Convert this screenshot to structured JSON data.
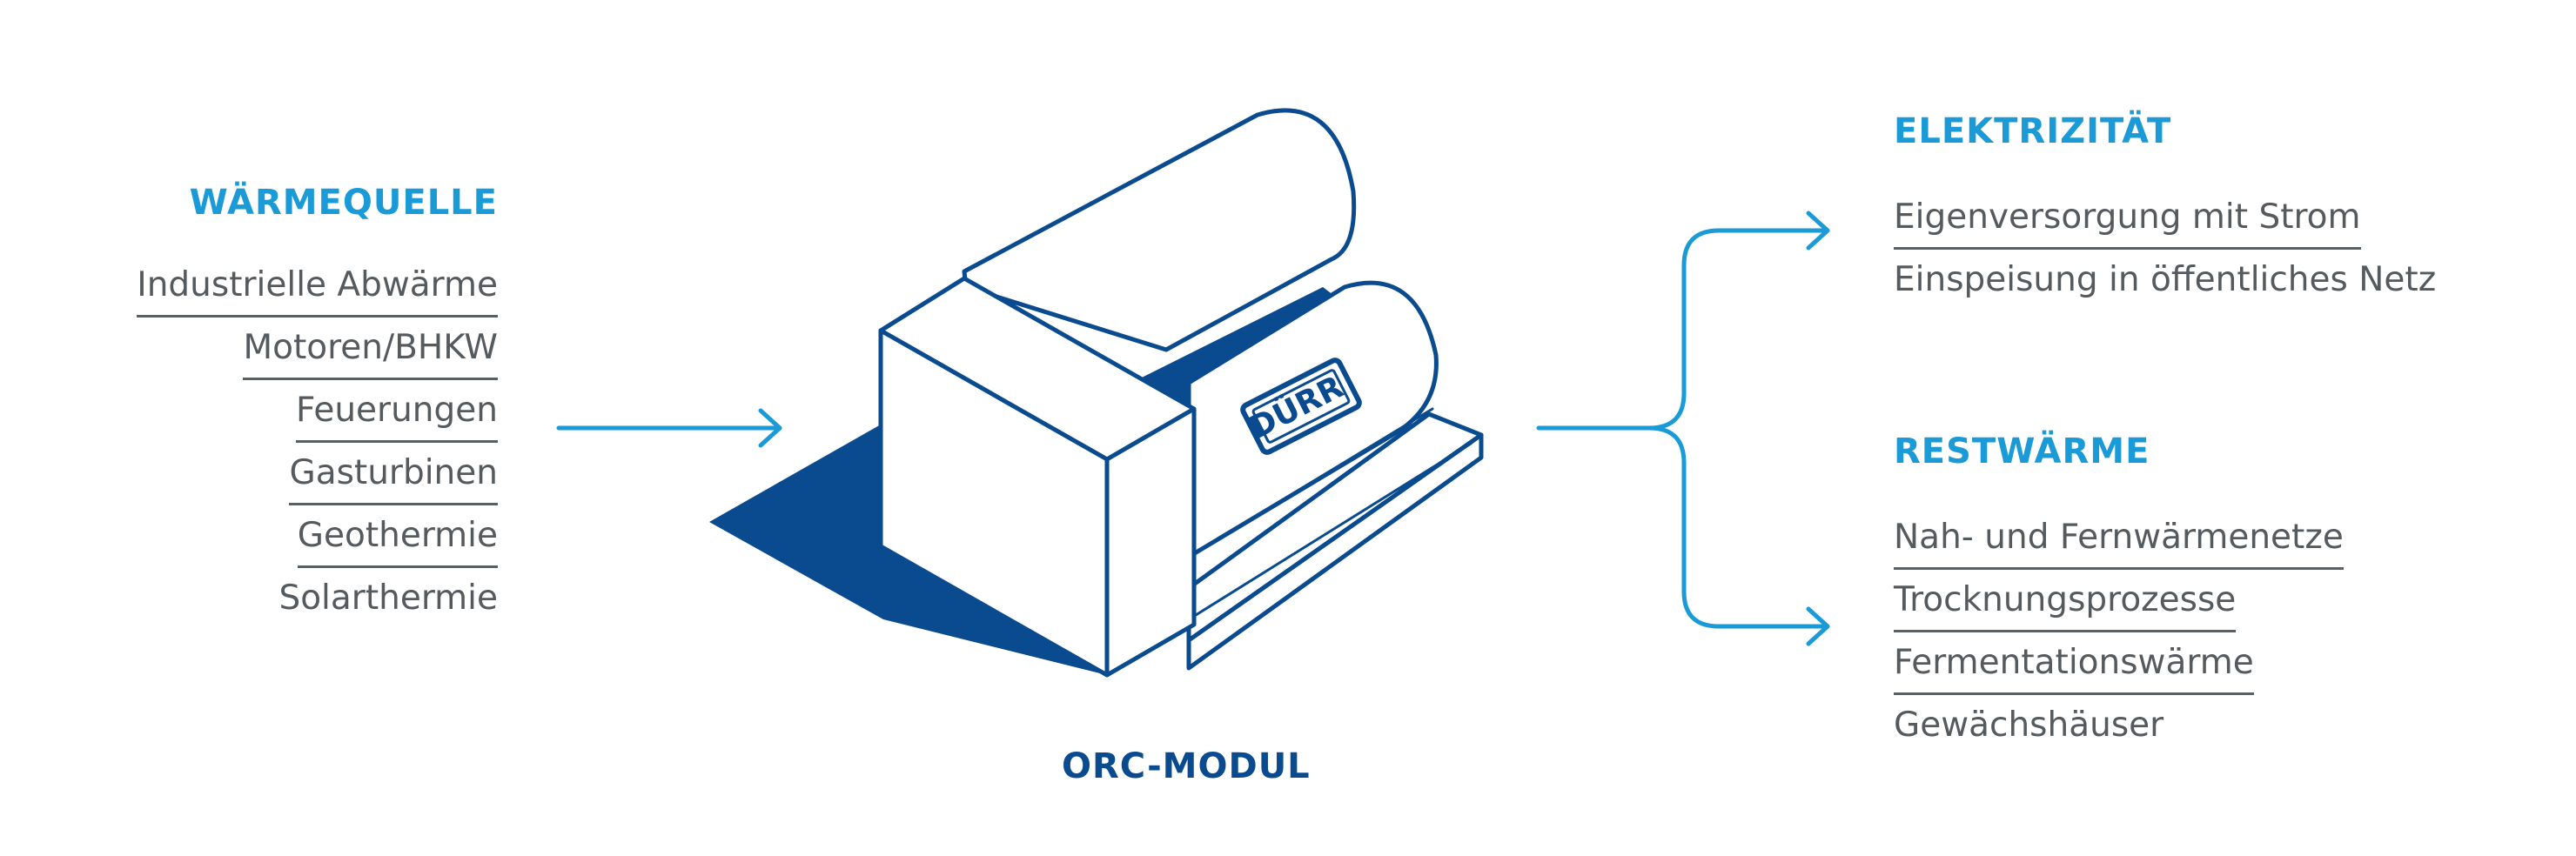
{
  "heat_source": {
    "title": "WÄRMEQUELLE",
    "items": [
      "Industrielle Abwärme",
      "Motoren/BHKW",
      "Feuerungen",
      "Gasturbinen",
      "Geothermie",
      "Solarthermie"
    ]
  },
  "module": {
    "label": "ORC-MODUL",
    "logo_text": "DÜRR"
  },
  "electricity": {
    "title": "ELEKTRIZITÄT",
    "items": [
      "Eigenversorgung mit Strom",
      "Einspeisung in öffentliches Netz"
    ]
  },
  "residual_heat": {
    "title": "RESTWÄRME",
    "items": [
      "Nah- und Fernwärmenetze",
      "Trocknungsprozesse",
      "Fermentationswärme",
      "Gewächshäuser"
    ]
  },
  "colors": {
    "accent_light": "#1a9ad6",
    "accent_dark": "#0a4a8f",
    "text": "#555a5f"
  },
  "icons": [
    "arrow-right-icon",
    "brace-split-arrow-icon",
    "orc-module-illustration"
  ]
}
